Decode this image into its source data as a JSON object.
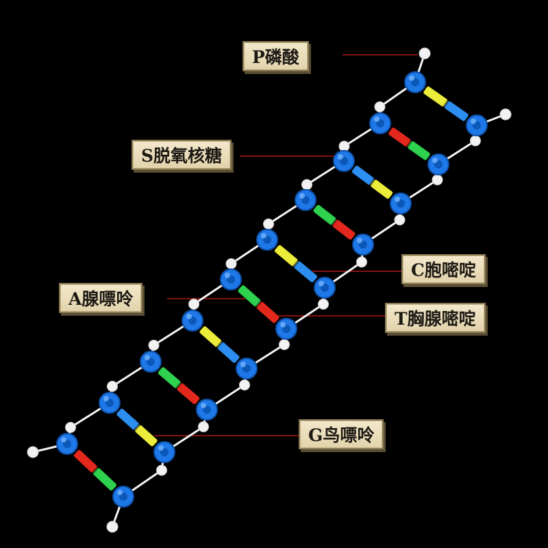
{
  "labels": {
    "phosphate": "P磷酸",
    "deoxyribose": "S脱氧核糖",
    "cytosine": "C胞嘧啶",
    "adenine": "A腺嘌呤",
    "thymine": "T胸腺嘧啶",
    "guanine": "G鸟嘌呤"
  },
  "colors": {
    "background": "#000000",
    "sugar_node": "#1e78e8",
    "phosphate_node": "#f2f2f2",
    "leader_line": "#b01818",
    "base_yellow": "#ecec3a",
    "base_blue": "#2c8ef0",
    "base_red": "#e4281e",
    "base_green": "#2ed24e"
  },
  "base_pairs": [
    {
      "left": "yellow",
      "right": "blue"
    },
    {
      "left": "red",
      "right": "green"
    },
    {
      "left": "blue",
      "right": "yellow"
    },
    {
      "left": "green",
      "right": "red"
    },
    {
      "left": "yellow",
      "right": "blue"
    },
    {
      "left": "green",
      "right": "red"
    },
    {
      "left": "yellow",
      "right": "blue"
    },
    {
      "left": "green",
      "right": "red"
    },
    {
      "left": "blue",
      "right": "yellow"
    },
    {
      "left": "red",
      "right": "green"
    }
  ]
}
